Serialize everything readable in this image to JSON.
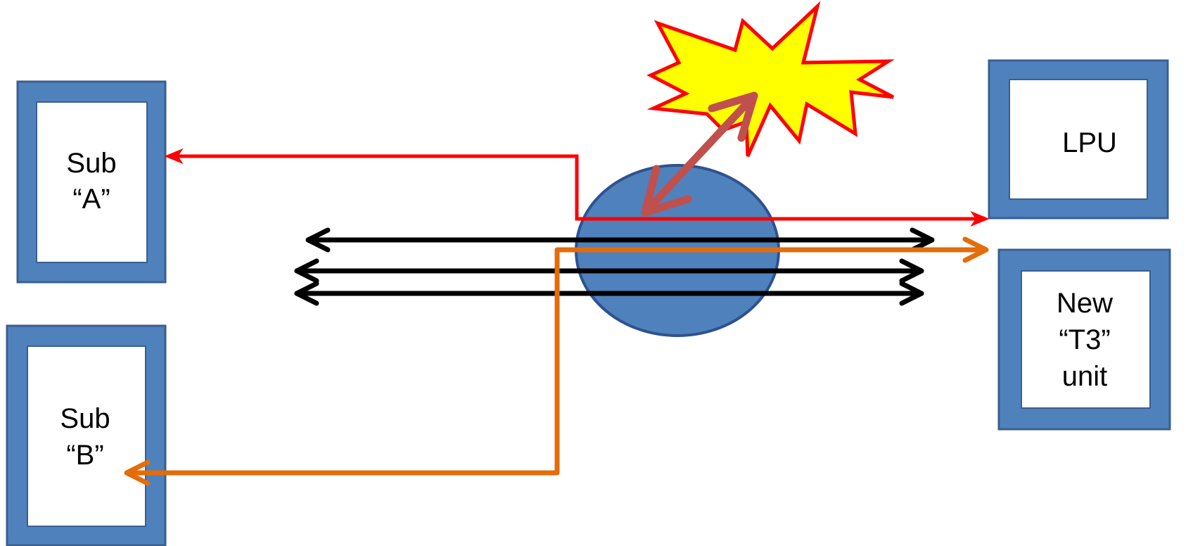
{
  "boxes": {
    "sub_a": {
      "lines": [
        "Sub",
        "“A”"
      ]
    },
    "sub_b": {
      "lines": [
        "Sub",
        "“B”"
      ]
    },
    "lpu": {
      "lines": [
        "LPU"
      ]
    },
    "t3": {
      "lines": [
        "New",
        "“T3”",
        "unit"
      ]
    }
  },
  "colors": {
    "box_frame": "#4f81bd",
    "box_border": "#3a5f8f",
    "box_inner": "#ffffff",
    "hub": "#4f81bd",
    "hub_border": "#2f528f",
    "red_path": "#ff0000",
    "orange_path": "#e46c0a",
    "black_links": "#000000",
    "burst_fill": "#ffff00",
    "burst_border": "#ff0000",
    "burst_arrow": "#c0504d"
  }
}
